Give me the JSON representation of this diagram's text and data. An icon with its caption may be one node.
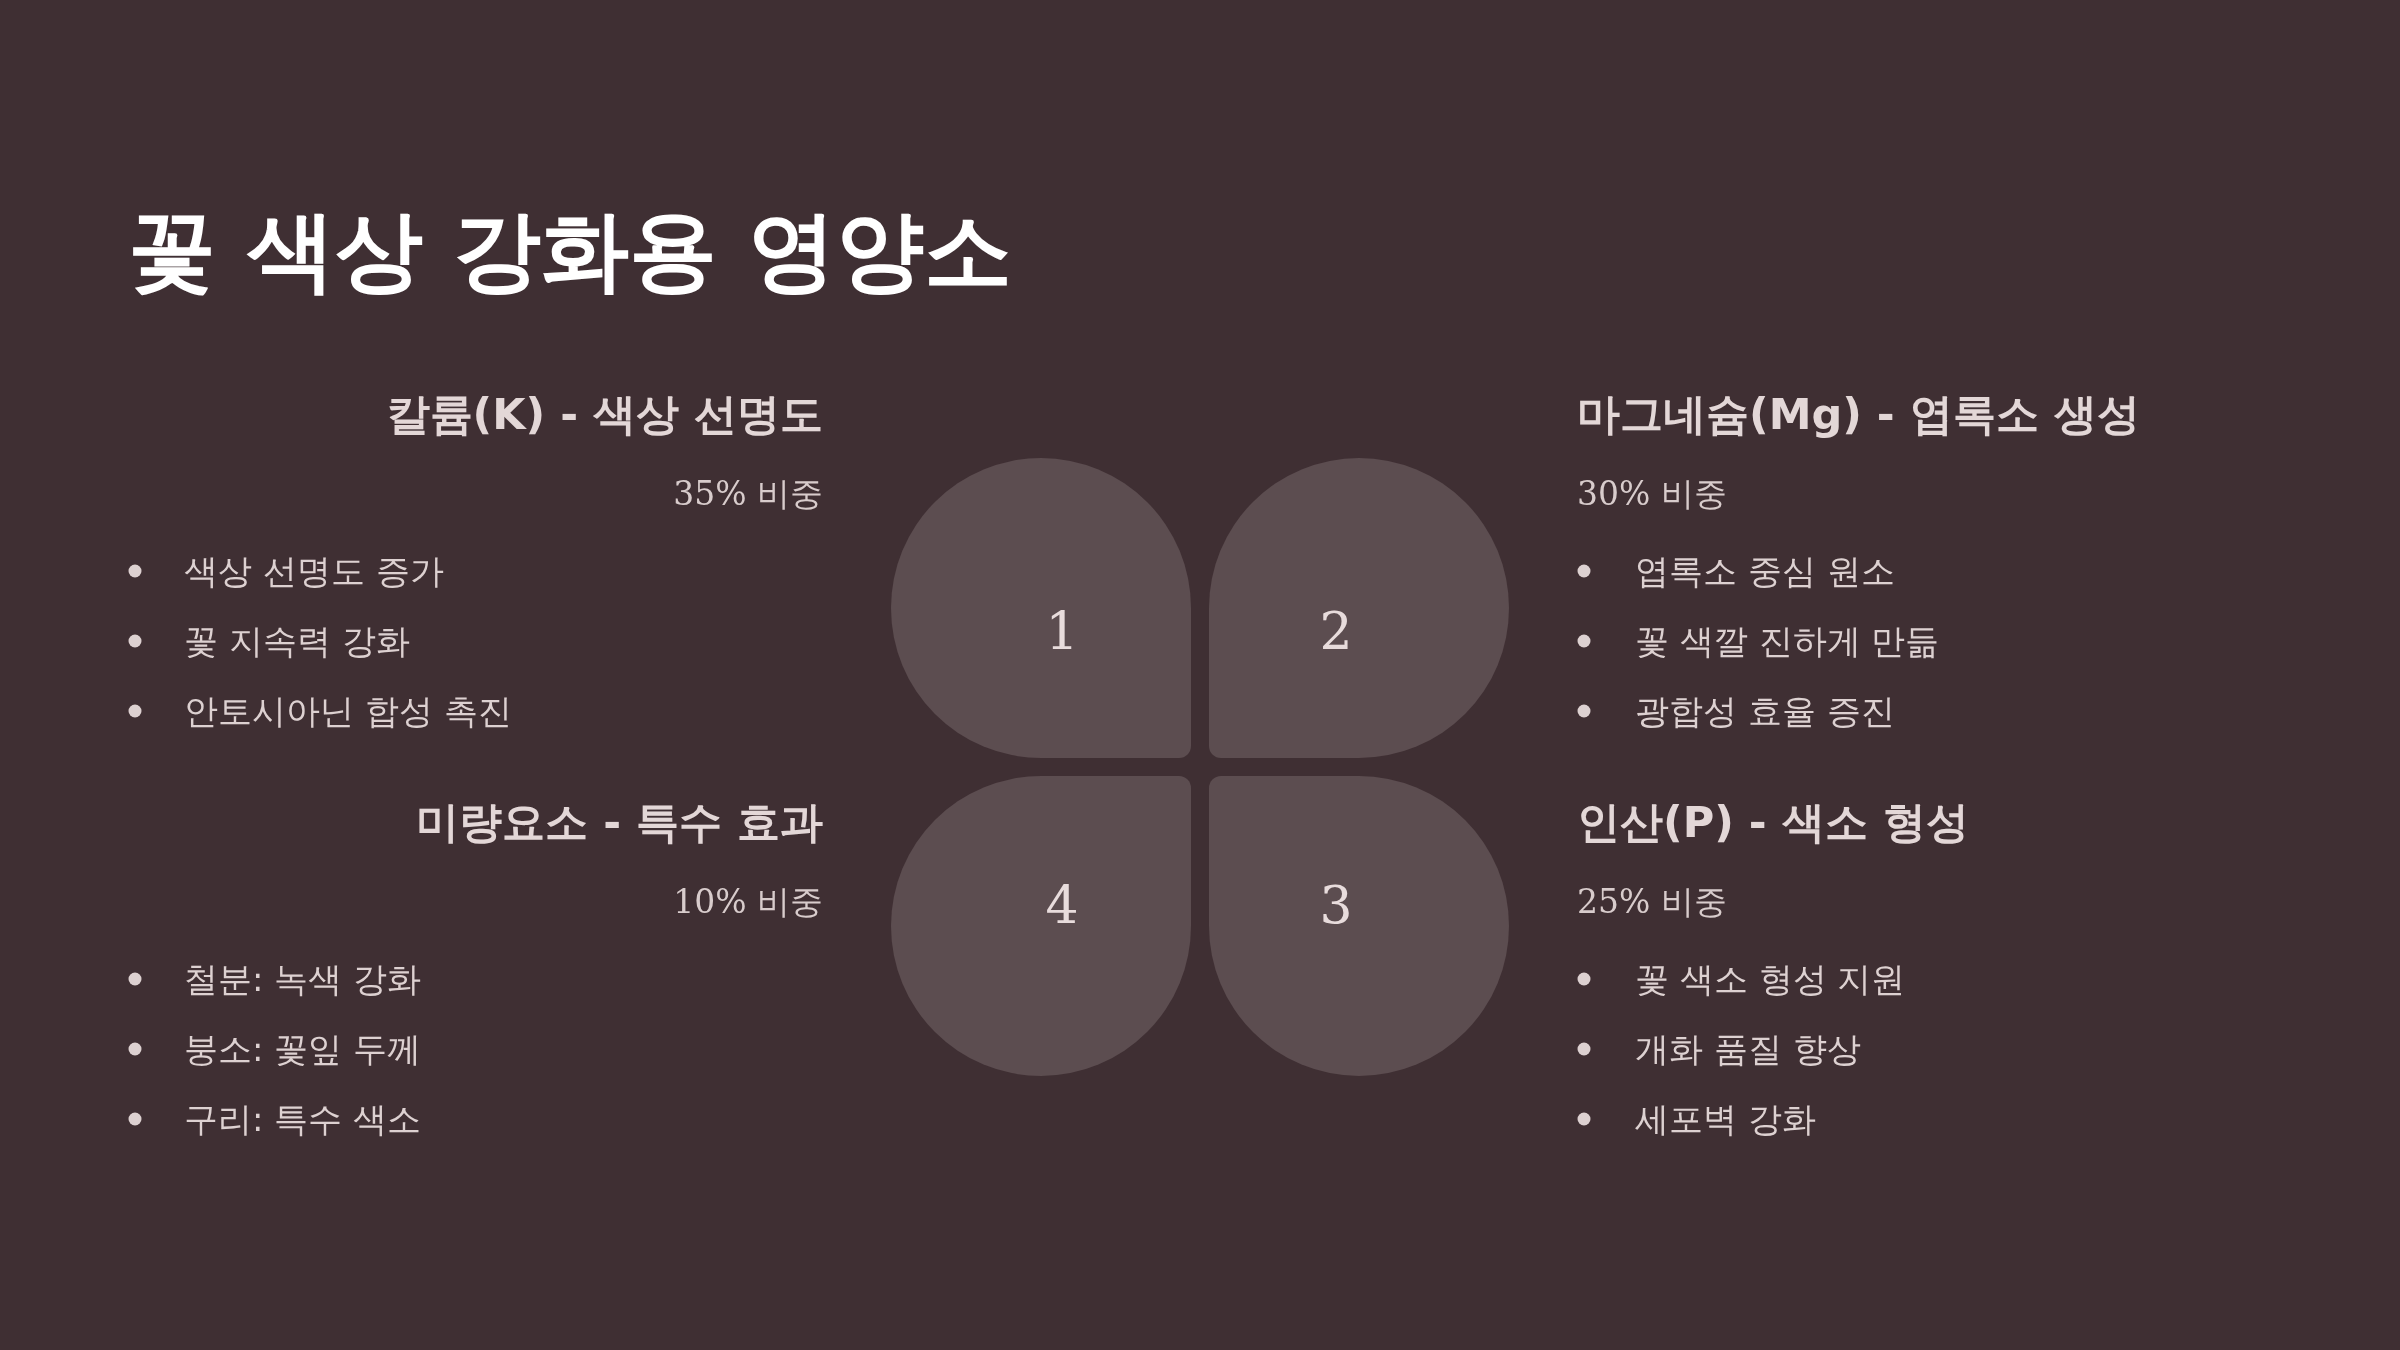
{
  "diagram": {
    "title": "꽃 색상 강화용 영양소",
    "nodes": [
      {
        "text": [
          "1"
        ]
      },
      {
        "text": [
          "2"
        ]
      },
      {
        "text": [
          "3"
        ]
      },
      {
        "text": [
          "4"
        ]
      }
    ],
    "labels": [
      "칼륨(K) - 색상 선명도",
      "35% 비중",
      "색상 선명도 증가",
      "꽃 지속력 강화",
      "안토시아닌 합성 촉진",
      "마그네슘(Mg) - 엽록소 생성",
      "30% 비중",
      "엽록소 중심 원소",
      "꽃 색깔 진하게 만듦",
      "광합성 효율 증진",
      "미량요소 - 특수 효과",
      "10% 비중",
      "철분: 녹색 강화",
      "붕소: 꽃잎 두께",
      "구리: 특수 색소",
      "인산(P) - 색소 형성",
      "25% 비중",
      "꽃 색소 형성 지원",
      "개화 품질 향상",
      "세포벽 강화"
    ]
  }
}
